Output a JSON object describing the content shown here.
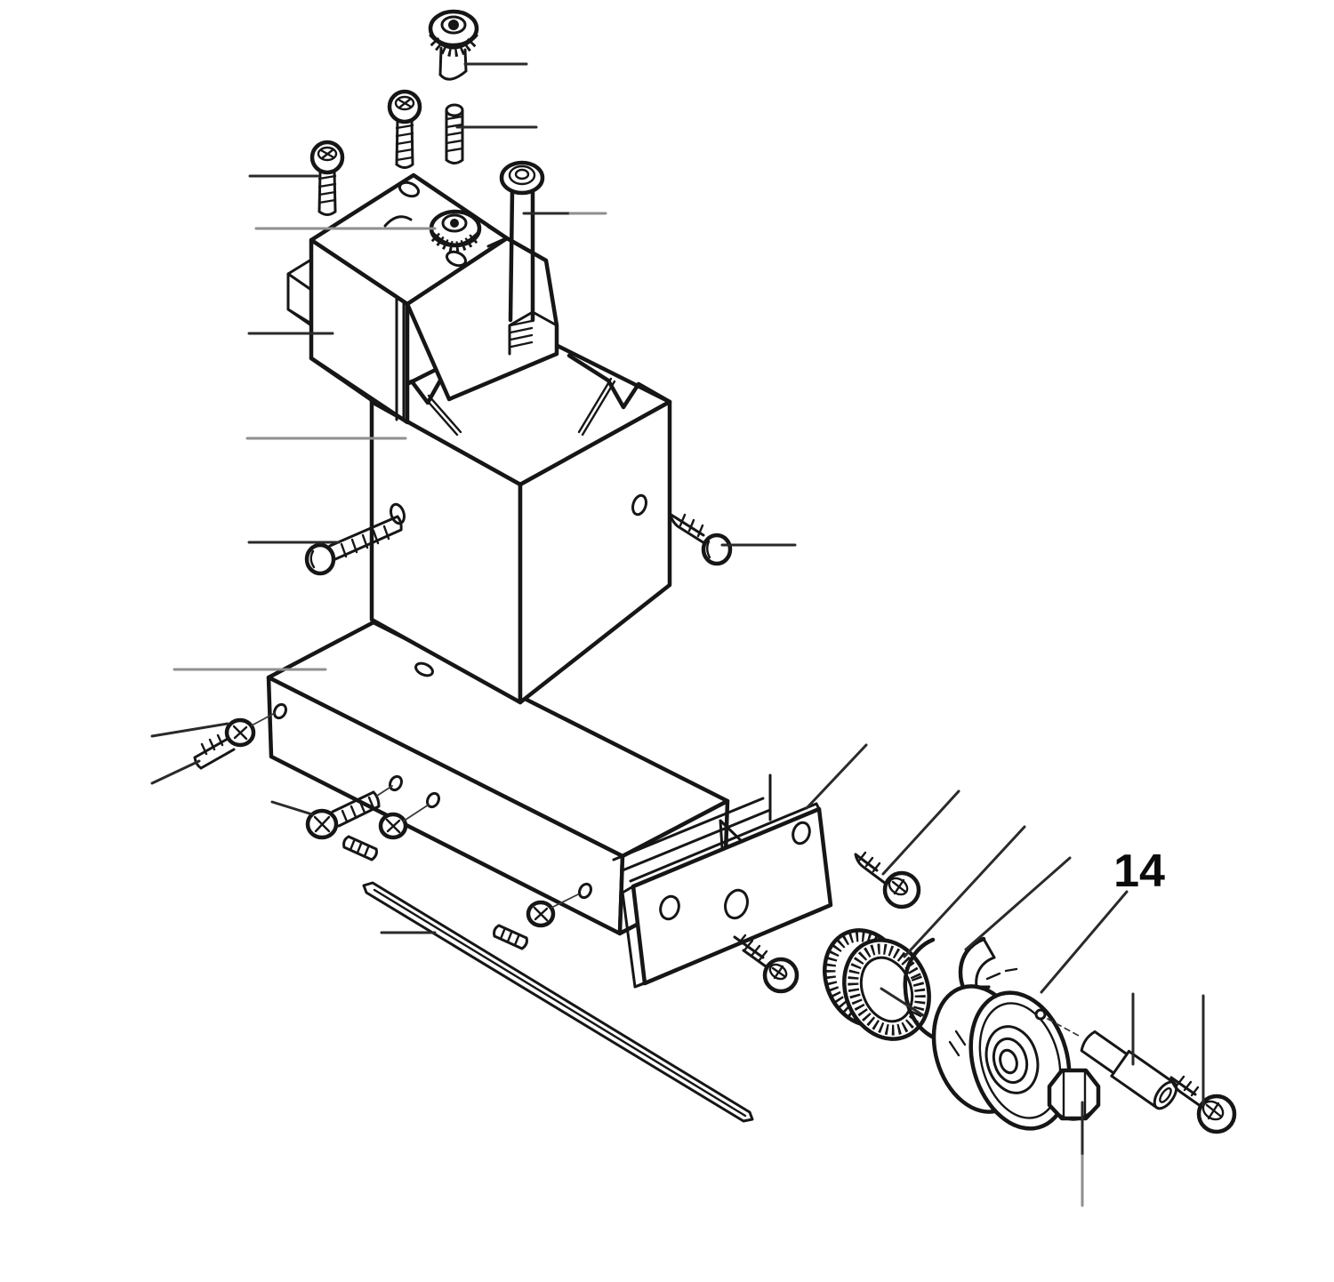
{
  "figure": {
    "type": "exploded-parts-diagram",
    "background": "#ffffff",
    "line_color": "#161616",
    "leader_color": "#2a2a2a",
    "leader_color_secondary": "#8f8f8f",
    "callout": {
      "label": "14",
      "target": "pulley-wheel"
    },
    "parts": [
      {
        "name": "knurled-cap-nut"
      },
      {
        "name": "socket-head-screw-top"
      },
      {
        "name": "threaded-stud-top"
      },
      {
        "name": "socket-head-screw-upper-left"
      },
      {
        "name": "knurled-adjustment-nut"
      },
      {
        "name": "gear-head-block"
      },
      {
        "name": "long-socket-head-bolt"
      },
      {
        "name": "main-housing-block"
      },
      {
        "name": "pan-head-screw-left"
      },
      {
        "name": "pan-head-screw-right"
      },
      {
        "name": "base-plate"
      },
      {
        "name": "screw-and-washer-left"
      },
      {
        "name": "phillips-screw-middle"
      },
      {
        "name": "stud-and-washer-middle"
      },
      {
        "name": "stud-and-washer-right"
      },
      {
        "name": "cutting-blade"
      },
      {
        "name": "end-plate"
      },
      {
        "name": "socket-screw-end-plate"
      },
      {
        "name": "socket-screw-small"
      },
      {
        "name": "knurled-feed-knob"
      },
      {
        "name": "retaining-clip"
      },
      {
        "name": "pulley-wheel"
      },
      {
        "name": "hex-nut"
      },
      {
        "name": "spacer-pin"
      },
      {
        "name": "socket-head-screw-lower-right"
      }
    ]
  }
}
